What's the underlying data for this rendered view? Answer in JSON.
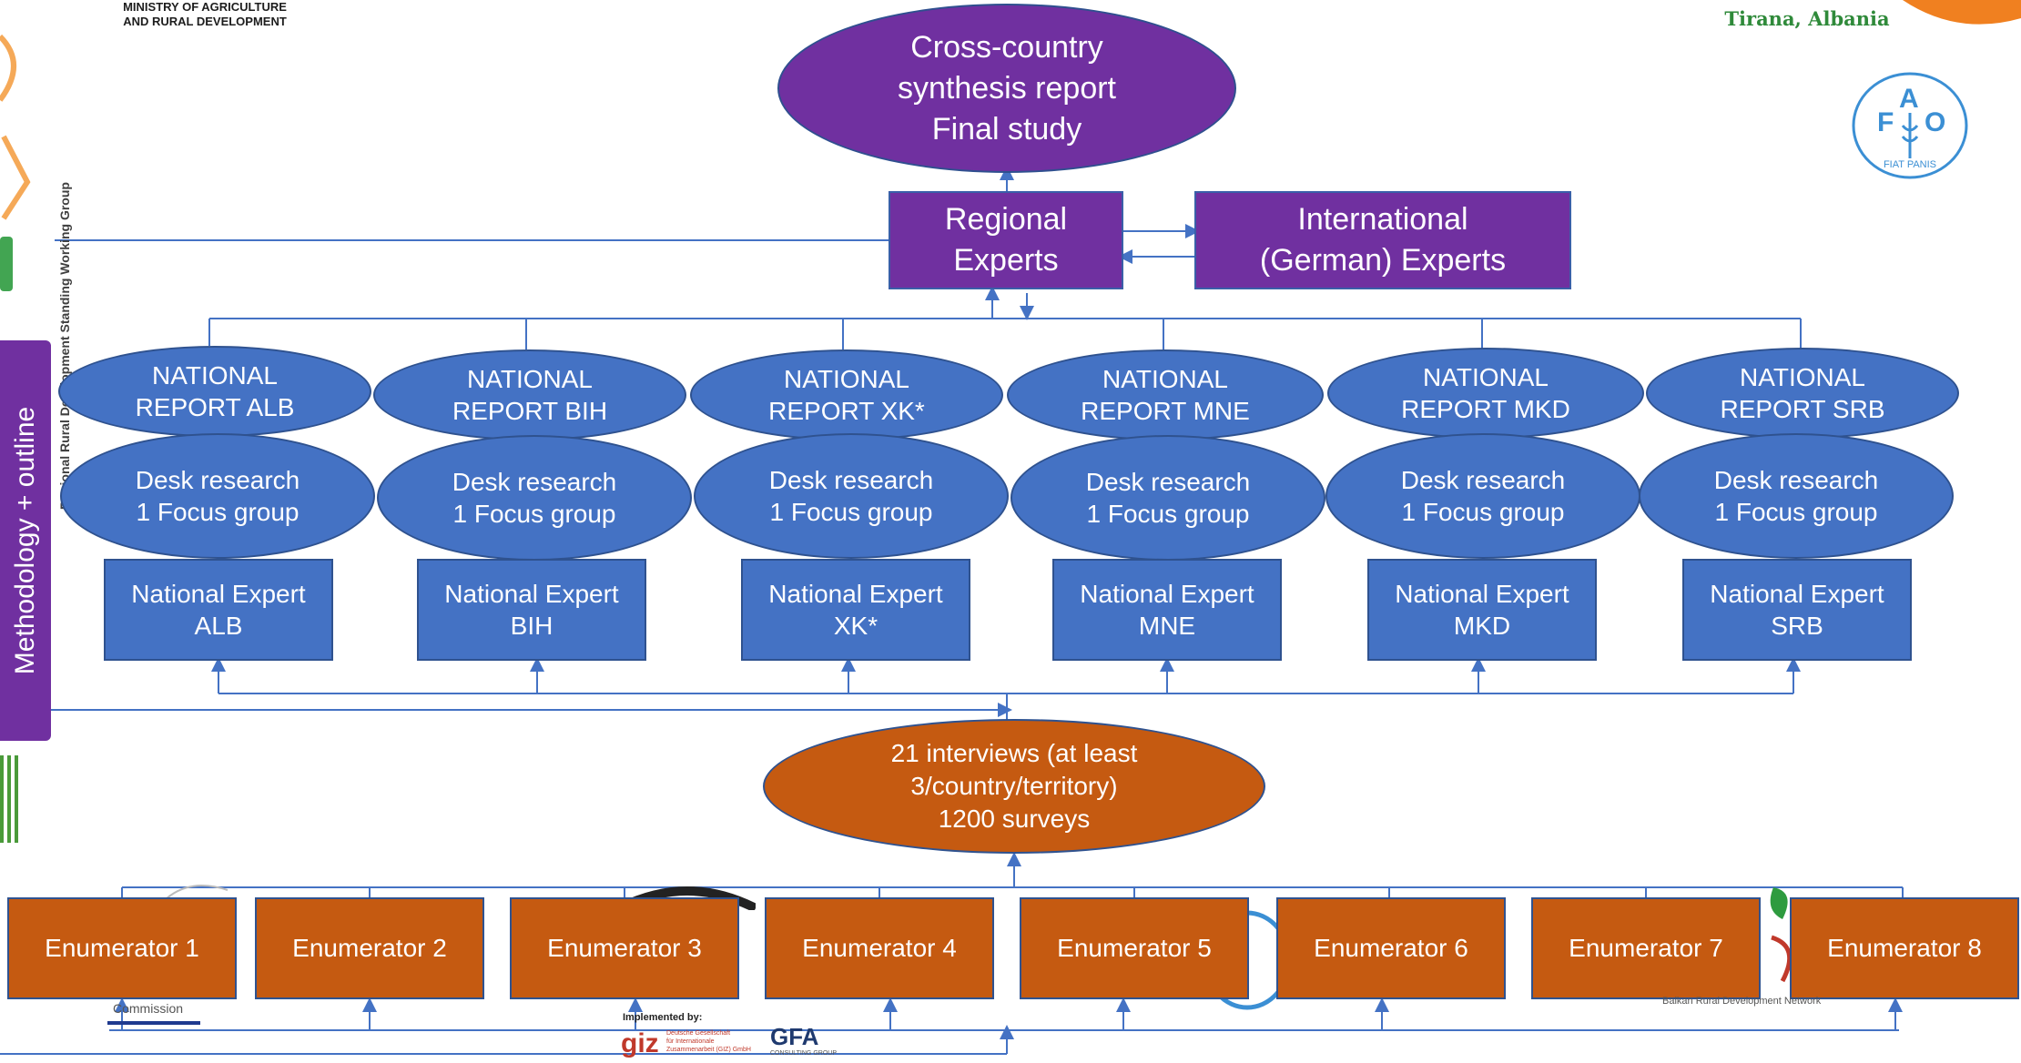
{
  "header": {
    "ministry_line1": "MINISTRY OF AGRICULTURE",
    "ministry_line2": "AND RURAL DEVELOPMENT",
    "location": "Tirana, Albania"
  },
  "side_tab": {
    "label": "Methodology + outline"
  },
  "side_watermark": {
    "label": "Regional Rural Development Standing Working Group"
  },
  "logo": {
    "fao_letters": [
      "F",
      "A",
      "O"
    ],
    "fao_motto": "FIAT PANIS"
  },
  "top": {
    "synthesis": [
      "Cross-country",
      "synthesis report",
      "Final study"
    ],
    "regional": [
      "Regional",
      "Experts"
    ],
    "international": [
      "International",
      "(German) Experts"
    ]
  },
  "countries": [
    {
      "report": [
        "NATIONAL",
        "REPORT ALB"
      ],
      "desk": [
        "Desk research",
        "1 Focus group"
      ],
      "expert": [
        "National Expert",
        "ALB"
      ]
    },
    {
      "report": [
        "NATIONAL",
        "REPORT BIH"
      ],
      "desk": [
        "Desk research",
        "1 Focus group"
      ],
      "expert": [
        "National Expert",
        "BIH"
      ]
    },
    {
      "report": [
        "NATIONAL",
        "REPORT XK*"
      ],
      "desk": [
        "Desk research",
        "1 Focus group"
      ],
      "expert": [
        "National Expert",
        "XK*"
      ]
    },
    {
      "report": [
        "NATIONAL",
        "REPORT MNE"
      ],
      "desk": [
        "Desk research",
        "1 Focus group"
      ],
      "expert": [
        "National Expert",
        "MNE"
      ]
    },
    {
      "report": [
        "NATIONAL",
        "REPORT MKD"
      ],
      "desk": [
        "Desk research",
        "1 Focus group"
      ],
      "expert": [
        "National Expert",
        "MKD"
      ]
    },
    {
      "report": [
        "NATIONAL",
        "REPORT SRB"
      ],
      "desk": [
        "Desk research",
        "1 Focus group"
      ],
      "expert": [
        "National Expert",
        "SRB"
      ]
    }
  ],
  "interviews": [
    "21 interviews (at least",
    "3/country/territory)",
    "1200 surveys"
  ],
  "enumerators": [
    "Enumerator 1",
    "Enumerator 2",
    "Enumerator 3",
    "Enumerator 4",
    "Enumerator 5",
    "Enumerator 6",
    "Enumerator 7",
    "Enumerator 8"
  ],
  "footer": {
    "commission": "Commission",
    "implemented_by": "Implemented by:",
    "giz": "giz",
    "giz_desc": [
      "Deutsche Gesellschaft",
      "für Internationale",
      "Zusammenarbeit (GIZ) GmbH"
    ],
    "gfa": "GFA",
    "gfa_sub": "CONSULTING GROUP",
    "balkan": "Balkan Rural Development Network"
  },
  "colors": {
    "purple": "#7030a0",
    "blue": "#4472c4",
    "orange": "#c55a11",
    "line": "#4472c4"
  }
}
